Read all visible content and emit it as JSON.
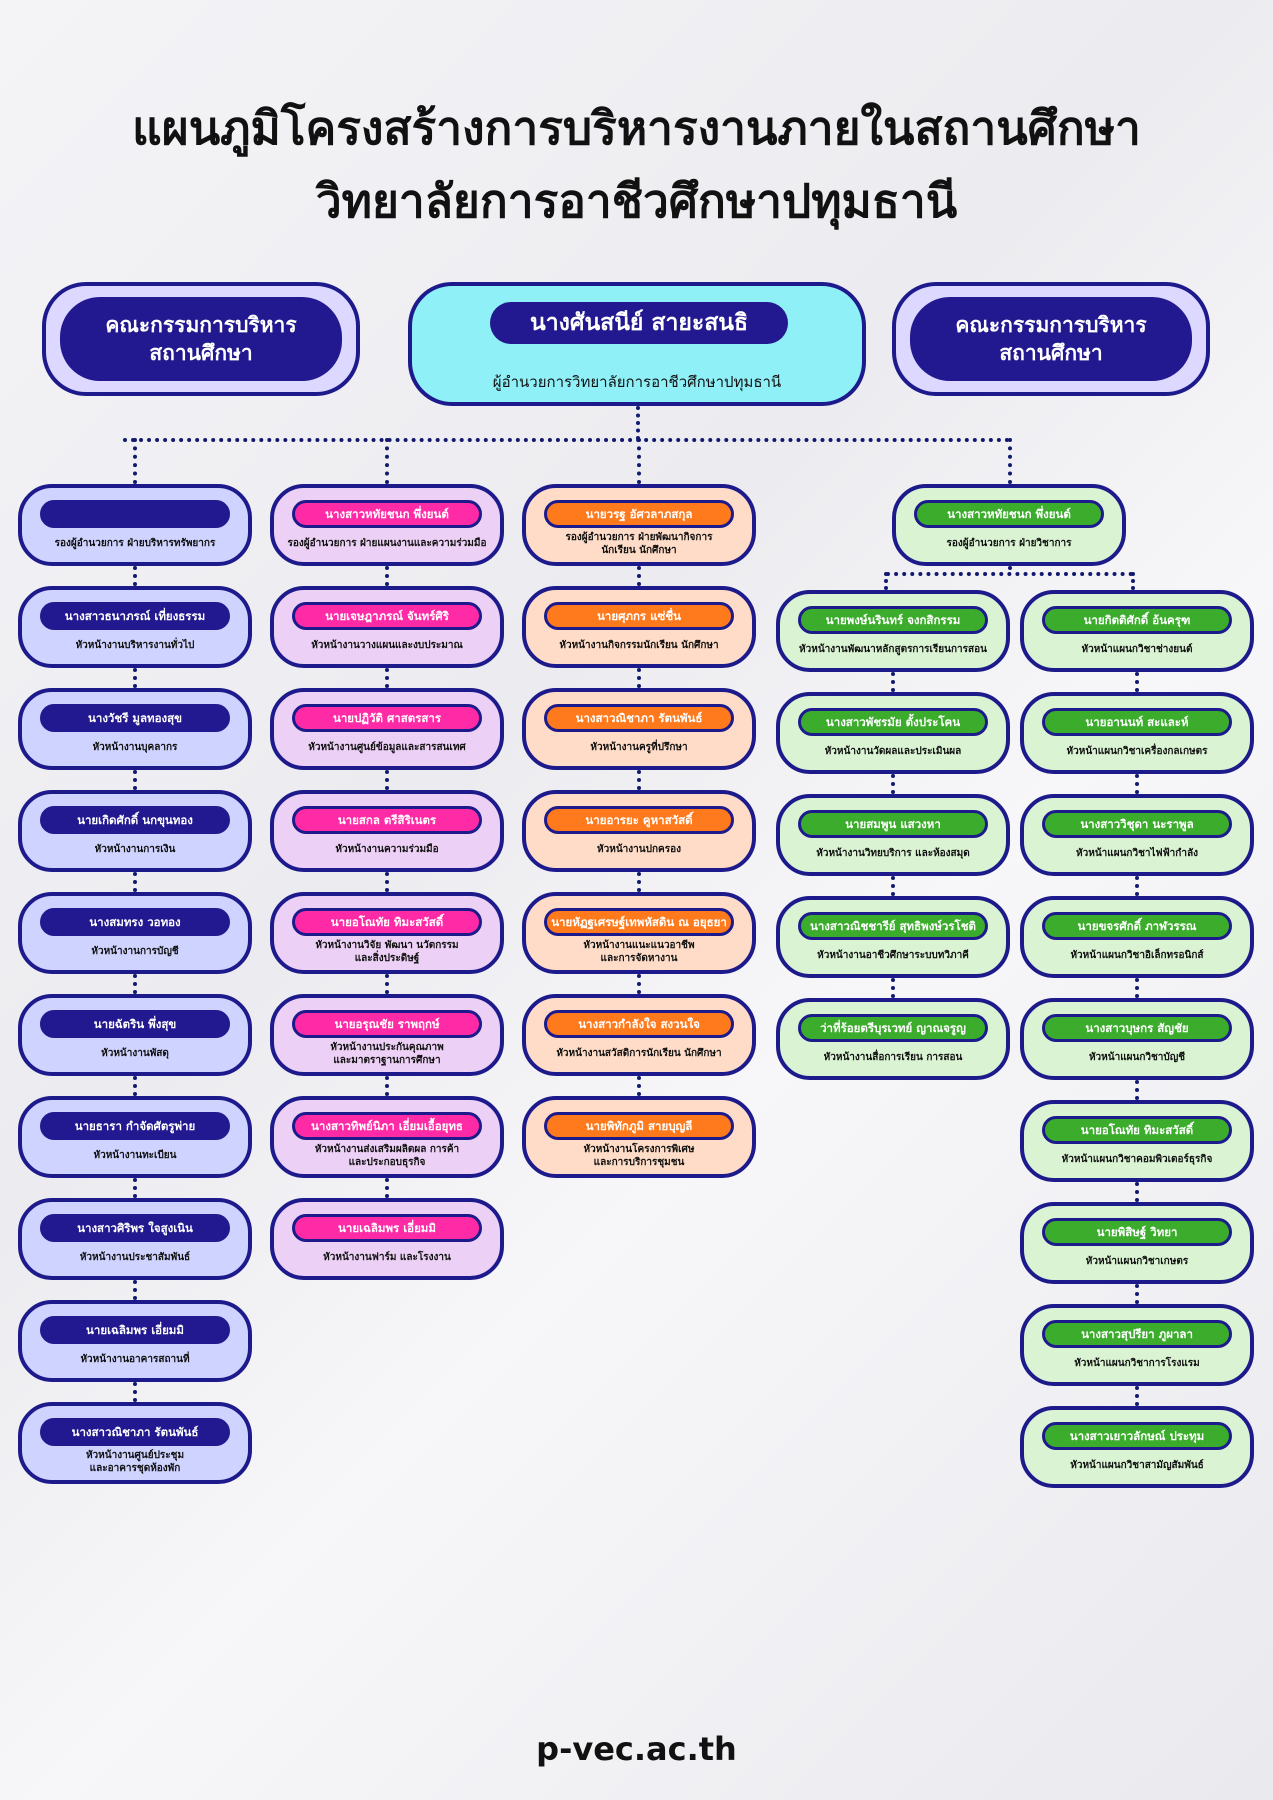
{
  "title_line1": "แผนภูมิโครงสร้างการบริหารงานภายในสถานศึกษา",
  "title_line2": "วิทยาลัยการอาชีวศึกษาปทุมธานี",
  "board_left": "คณะกรรมการบริหาร\nสถานศึกษา",
  "board_right": "คณะกรรมการบริหาร\nสถานศึกษา",
  "director": {
    "name": "นางศันสนีย์ สายะสนธิ",
    "position": "ผู้อำนวยการวิทยาลัยการอาชีวศึกษาปทุมธานี"
  },
  "columns": {
    "resources": [
      {
        "name": "",
        "role": "รองผู้อำนวยการ ฝ่ายบริหารทรัพยากร"
      },
      {
        "name": "นางสาวธนาภรณ์ เที่ยงธรรม",
        "role": "หัวหน้างานบริหารงานทั่วไป"
      },
      {
        "name": "นางวัชรี มูลทองสุข",
        "role": "หัวหน้างานบุคลากร"
      },
      {
        "name": "นายเกิดศักดิ์ นกขุนทอง",
        "role": "หัวหน้างานการเงิน"
      },
      {
        "name": "นางสมทรง วอทอง",
        "role": "หัวหน้างานการบัญชี"
      },
      {
        "name": "นายฉัตริน พึ่งสุข",
        "role": "หัวหน้างานพัสดุ"
      },
      {
        "name": "นายธารา กำจัดศัตรูพ่าย",
        "role": "หัวหน้างานทะเบียน"
      },
      {
        "name": "นางสาวศิริพร ใจสูงเนิน",
        "role": "หัวหน้างานประชาสัมพันธ์"
      },
      {
        "name": "นายเฉลิมพร เอี่ยมมิ",
        "role": "หัวหน้างานอาคารสถานที่"
      },
      {
        "name": "นางสาวณิชาภา รัตนพันธ์",
        "role": "หัวหน้างานศูนย์ประชุม\nและอาคารชุดห้องพัก"
      }
    ],
    "planning": [
      {
        "name": "นางสาวหทัยชนก พึ่งยนต์",
        "role": "รองผู้อำนวยการ ฝ่ายแผนงานและความร่วมมือ"
      },
      {
        "name": "นายเจษฎาภรณ์ จันทร์ศิริ",
        "role": "หัวหน้างานวางแผนและงบประมาณ"
      },
      {
        "name": "นายปฏิวัติ ศาสตรสาร",
        "role": "หัวหน้างานศูนย์ข้อมูลและสารสนเทศ"
      },
      {
        "name": "นายสกล ตรีสิริเนตร",
        "role": "หัวหน้างานความร่วมมือ"
      },
      {
        "name": "นายอโณทัย ทิมะสวัสดิ์",
        "role": "หัวหน้างานวิจัย พัฒนา นวัตกรรม\nและสิ่งประดิษฐ์"
      },
      {
        "name": "นายอรุณชัย ราพฤกษ์",
        "role": "หัวหน้างานประกันคุณภาพ\nและมาตราฐานการศึกษา"
      },
      {
        "name": "นางสาวทิพย์นิภา เอี่ยมเอื้อยุทธ",
        "role": "หัวหน้างานส่งเสริมผลิตผล การค้า\nและประกอบธุรกิจ"
      },
      {
        "name": "นายเฉลิมพร เอี่ยมมิ",
        "role": "หัวหน้างานฟาร์ม และโรงงาน"
      }
    ],
    "student_affairs": [
      {
        "name": "นายวรฐ อัศวลาภสกุล",
        "role": "รองผู้อำนวยการ ฝ่ายพัฒนากิจการ\nนักเรียน นักศึกษา"
      },
      {
        "name": "นายศุภกร แซ่ชื่น",
        "role": "หัวหน้างานกิจกรรมนักเรียน นักศึกษา"
      },
      {
        "name": "นางสาวณิชาภา รัตนพันธ์",
        "role": "หัวหน้างานครูที่ปรึกษา"
      },
      {
        "name": "นายอารยะ คูหาสวัสดิ์",
        "role": "หัวหน้างานปกครอง"
      },
      {
        "name": "นายหัฏฐเศรษฐ์เทพหัสดิน ณ อยุธยา",
        "role": "หัวหน้างานแนะแนวอาชีพ\nและการจัดหางาน"
      },
      {
        "name": "นางสาวกำลังใจ สงวนใจ",
        "role": "หัวหน้างานสวัสดิการนักเรียน นักศึกษา"
      },
      {
        "name": "นายพิทักภูมิ สายบุญลี",
        "role": "หัวหน้างานโครงการพิเศษ\nและการบริการชุมชน"
      }
    ],
    "academic_head": {
      "name": "นางสาวหทัยชนก พึ่งยนต์",
      "role": "รองผู้อำนวยการ ฝ่ายวิชาการ"
    },
    "academic_work": [
      {
        "name": "นายพงษ์นรินทร์ จงกสิกรรม",
        "role": "หัวหน้างานพัฒนาหลักสูตรการเรียนการสอน"
      },
      {
        "name": "นางสาวพัชรมัย ตั้งประโคน",
        "role": "หัวหน้างานวัดผลและประเมินผล"
      },
      {
        "name": "นายสมพูน แสวงหา",
        "role": "หัวหน้างานวิทยบริการ และห้องสมุด"
      },
      {
        "name": "นางสาวณิชชารีย์ สุทธิพงษ์วรโชติ",
        "role": "หัวหน้างานอาชีวศึกษาระบบทวิภาคี"
      },
      {
        "name": "ว่าที่ร้อยตรีบุรเวทย์ ญาณจรูญ",
        "role": "หัวหน้างานสื่อการเรียน การสอน"
      }
    ],
    "academic_dept": [
      {
        "name": "นายกิตติศักดิ์ อ้นครุฑ",
        "role": "หัวหน้าแผนกวิชาช่างยนต์"
      },
      {
        "name": "นายอานนท์ สะและห์",
        "role": "หัวหน้าแผนกวิชาเครื่องกลเกษตร"
      },
      {
        "name": "นางสาววิชุดา นะราพูล",
        "role": "หัวหน้าแผนกวิชาไฟฟ้ากำลัง"
      },
      {
        "name": "นายขจรศักดิ์ ภาฬวรรณ",
        "role": "หัวหน้าแผนกวิชาอิเล็กทรอนิกส์"
      },
      {
        "name": "นางสาวบุษกร สัญชัย",
        "role": "หัวหน้าแผนกวิชาบัญชี"
      },
      {
        "name": "นายอโณทัย ทิมะสวัสดิ์",
        "role": "หัวหน้าแผนกวิชาคอมพิวเตอร์ธุรกิจ"
      },
      {
        "name": "นายพิสิษฐ์ วิทยา",
        "role": "หัวหน้าแผนกวิชาเกษตร"
      },
      {
        "name": "นางสาวสุปรียา ภูผาลา",
        "role": "หัวหน้าแผนกวิชาการโรงแรม"
      },
      {
        "name": "นางสาวเยาวลักษณ์ ประทุม",
        "role": "หัวหน้าแผนกวิชาสามัญสัมพันธ์"
      }
    ]
  },
  "footer": "p-vec.ac.th"
}
